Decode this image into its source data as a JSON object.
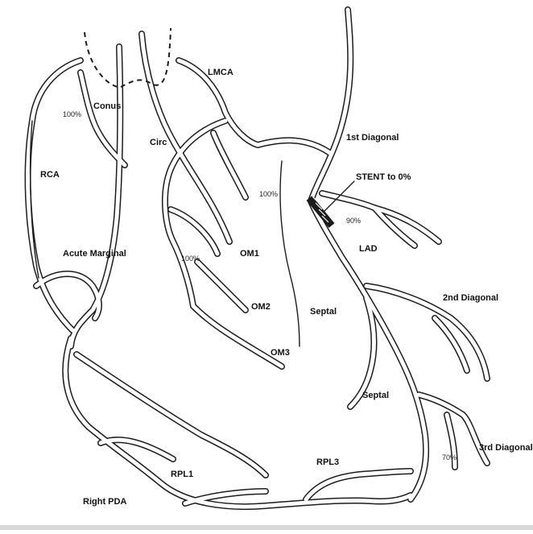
{
  "labels": {
    "lmca": "LMCA",
    "conus": "Conus",
    "circ": "Circ",
    "rca": "RCA",
    "first_diagonal": "1st Diagonal",
    "stent": "STENT to 0%",
    "lad": "LAD",
    "om1": "OM1",
    "om2": "OM2",
    "om3": "OM3",
    "acute_marginal": "Acute Marginal",
    "septal_upper": "Septal",
    "septal_lower": "Septal",
    "second_diagonal": "2nd Diagonal",
    "third_diagonal": "3rd Diagonal",
    "rpl1": "RPL1",
    "rpl3": "RPL3",
    "right_pda": "Right PDA"
  },
  "stenosis": {
    "conus_pct": "100%",
    "septal_pct": "100%",
    "lad_pct": "90%",
    "circ_pct": "100%",
    "third_diag_pct": "70%"
  },
  "colors": {
    "line": "#1c1c1c",
    "background": "#ffffff",
    "bottom_strip": "#d9d9d9"
  }
}
